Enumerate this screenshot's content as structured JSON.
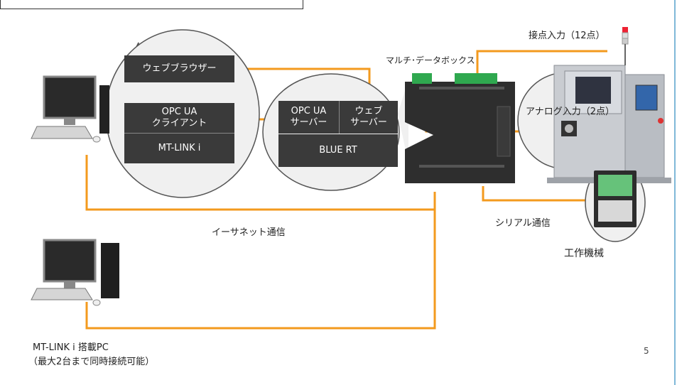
{
  "labels": {
    "web_browser": "ウェブブラウザー",
    "opc_ua_client": "OPC UA\nクライアント",
    "mt_link": "MT-LINK i",
    "opc_ua_server": "OPC UA\nサーバー",
    "web_server": "ウェブ\nサーバー",
    "blue_rt": "BLUE RT",
    "multi_data_box": "マルチ･データボックス",
    "contact_input": "接点入力（12点）",
    "analog_input": "アナログ入力（2点）",
    "serial": "シリアル通信",
    "ethernet": "イーサネット通信",
    "machine_tool": "工作機械",
    "pc_line1": "MT-LINK i 搭載PC",
    "pc_line2": "（最大2台まで同時接続可能）",
    "page_number": "5"
  },
  "colors": {
    "line": "#f39a1e",
    "box": "#3a3a3a",
    "circle_fill": "#f0f0f0",
    "machine": "#c9ccd1"
  },
  "icons": {
    "pc_top": "desktop-computer-icon",
    "pc_bottom": "desktop-computer-tower-icon",
    "data_box": "multi-data-box-device-icon",
    "machine": "machine-tool-icon",
    "signal_tower": "signal-tower-icon",
    "motor": "motor-icon",
    "cnc_panel": "cnc-control-panel-icon"
  }
}
